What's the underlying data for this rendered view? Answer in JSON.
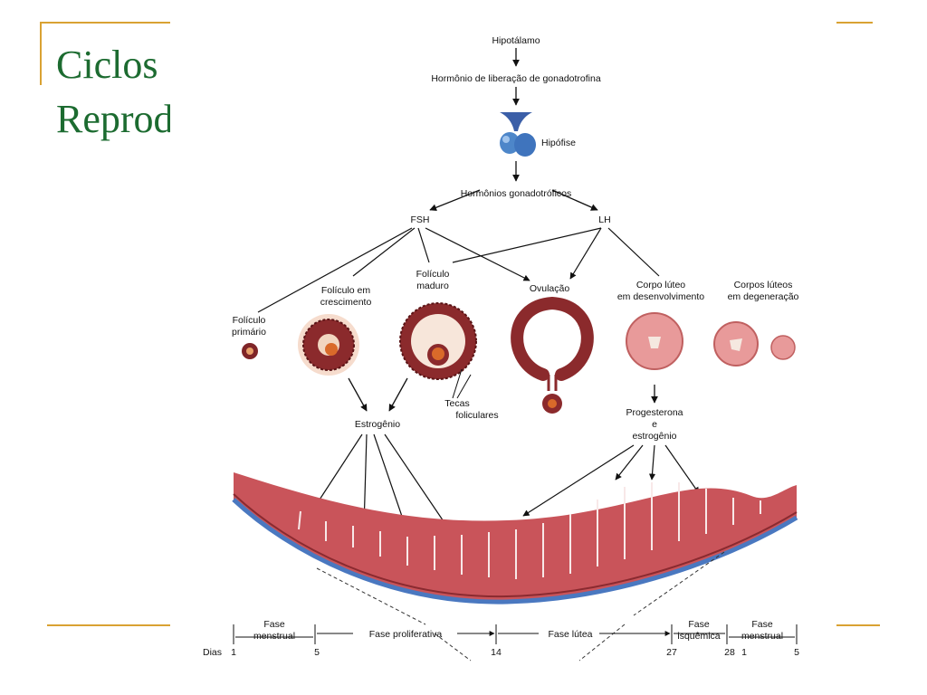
{
  "slide": {
    "title_line1": "Ciclos",
    "title_line2": "Reprodutivos",
    "accent_color": "#d9a233",
    "title_color": "#1c6b30"
  },
  "diagram": {
    "hypothalamus": "Hipotálamo",
    "gnrh": "Hormônio de liberação de gonadotrofina",
    "pituitary": "Hipófise",
    "gonadotropins": "Hormônios gonadotróficos",
    "fsh": "FSH",
    "lh": "LH",
    "primary_follicle": [
      "Folículo",
      "primário"
    ],
    "growing_follicle": [
      "Folículo em",
      "crescimento"
    ],
    "mature_follicle": [
      "Folículo",
      "maduro"
    ],
    "ovulation": "Ovulação",
    "corpus_luteum_dev": [
      "Corpo lúteo",
      "em desenvolvimento"
    ],
    "corpora_lutea_degen": [
      "Corpos lúteos",
      "em degeneração"
    ],
    "thecae": [
      "Tecas",
      "foliculares"
    ],
    "estrogen": "Estrogênio",
    "progesterone": [
      "Progesterona",
      "e",
      "estrogênio"
    ],
    "phases": {
      "menstrual": [
        "Fase",
        "menstrual"
      ],
      "proliferative": "Fase proliferativa",
      "luteal": "Fase lútea",
      "ischemic": [
        "Fase",
        "isquêmica"
      ],
      "menstrual2": [
        "Fase",
        "menstrual"
      ]
    },
    "days_label": "Dias",
    "days": [
      "1",
      "5",
      "14",
      "27",
      "28",
      "1",
      "5"
    ],
    "colors": {
      "tissue": "#c9545a",
      "follicle": "#8b2a2c",
      "basal": "#4a78c0",
      "pituitary": "#4d86c9"
    }
  }
}
